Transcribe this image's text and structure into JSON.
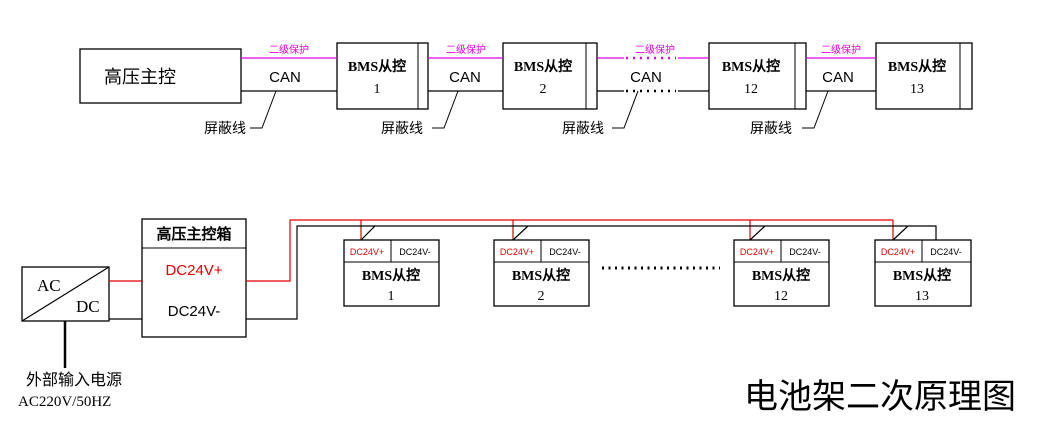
{
  "top": {
    "main_controller": "高压主控",
    "protection_label": "二级保护",
    "can_label": "CAN",
    "shield_label": "屏蔽线",
    "slave_title": "BMS从控",
    "slaves": [
      "1",
      "2",
      "12",
      "13"
    ]
  },
  "bottom": {
    "main_box_title": "高压主控箱",
    "dc_plus": "DC24V+",
    "dc_minus": "DC24V-",
    "ac_label": "AC",
    "dc_label": "DC",
    "slave_title": "BMS从控",
    "slave_dc_plus": "DC24V+",
    "slave_dc_minus": "DC24V-",
    "slaves": [
      "1",
      "2",
      "12",
      "13"
    ],
    "power_title": "外部输入电源",
    "power_spec": "AC220V/50HZ"
  },
  "diagram_title": "电池架二次原理图",
  "colors": {
    "line": "#000000",
    "protection": "#e000e0",
    "power_positive": "#e00000"
  }
}
